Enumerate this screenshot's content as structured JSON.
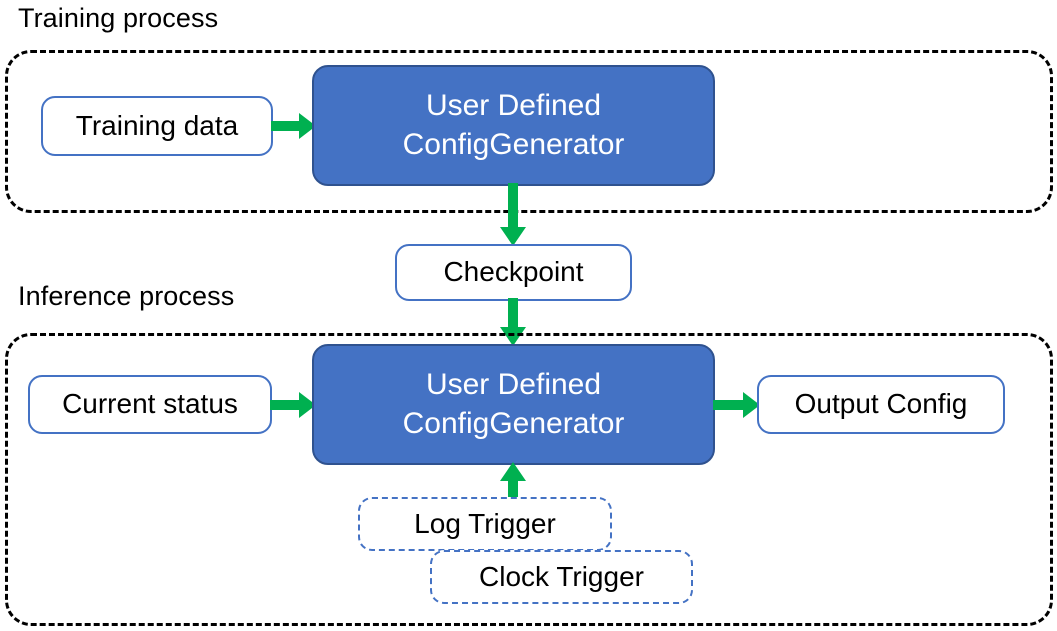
{
  "diagram": {
    "title_training": "Training process",
    "title_inference": "Inference process",
    "colors": {
      "process_fill": "#4472C4",
      "process_border": "#2F528F",
      "node_border": "#4472C4",
      "arrow": "#00B050",
      "container_border": "#000000",
      "text_dark": "#000000",
      "text_light": "#FFFFFF",
      "background": "#FFFFFF"
    }
  },
  "training": {
    "label": "Training process",
    "nodes": {
      "training_data": "Training data",
      "generator_line1": "User Defined",
      "generator_line2": "ConfigGenerator"
    }
  },
  "shared": {
    "checkpoint": "Checkpoint"
  },
  "inference": {
    "label": "Inference process",
    "nodes": {
      "current_status": "Current status",
      "generator_line1": "User Defined",
      "generator_line2": "ConfigGenerator",
      "output_config": "Output Config",
      "log_trigger": "Log Trigger",
      "clock_trigger": "Clock Trigger"
    }
  },
  "arrows": [
    {
      "name": "training-data-to-generator",
      "from": "Training data",
      "to": "User Defined ConfigGenerator",
      "direction": "right"
    },
    {
      "name": "generator-to-checkpoint",
      "from": "User Defined ConfigGenerator",
      "to": "Checkpoint",
      "direction": "down"
    },
    {
      "name": "checkpoint-to-generator",
      "from": "Checkpoint",
      "to": "User Defined ConfigGenerator",
      "direction": "down"
    },
    {
      "name": "status-to-generator",
      "from": "Current status",
      "to": "User Defined ConfigGenerator",
      "direction": "right"
    },
    {
      "name": "generator-to-output",
      "from": "User Defined ConfigGenerator",
      "to": "Output Config",
      "direction": "right"
    },
    {
      "name": "trigger-to-generator",
      "from": "Log Trigger / Clock Trigger",
      "to": "User Defined ConfigGenerator",
      "direction": "up"
    }
  ]
}
